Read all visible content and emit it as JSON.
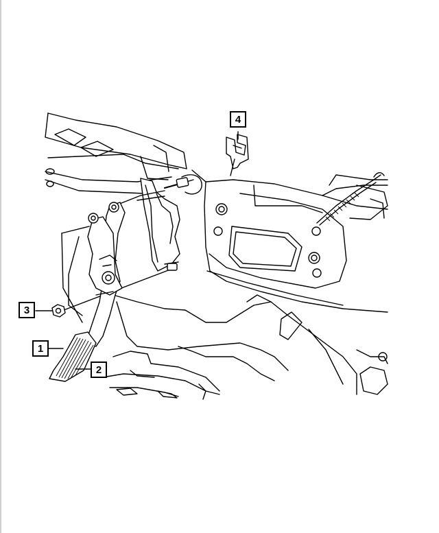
{
  "callouts": [
    {
      "id": "1",
      "label": "1"
    },
    {
      "id": "2",
      "label": "2"
    },
    {
      "id": "3",
      "label": "3"
    },
    {
      "id": "4",
      "label": "4"
    }
  ],
  "colors": {
    "line": "#000000",
    "background": "#ffffff",
    "page_edge": "#cfcfcf"
  }
}
